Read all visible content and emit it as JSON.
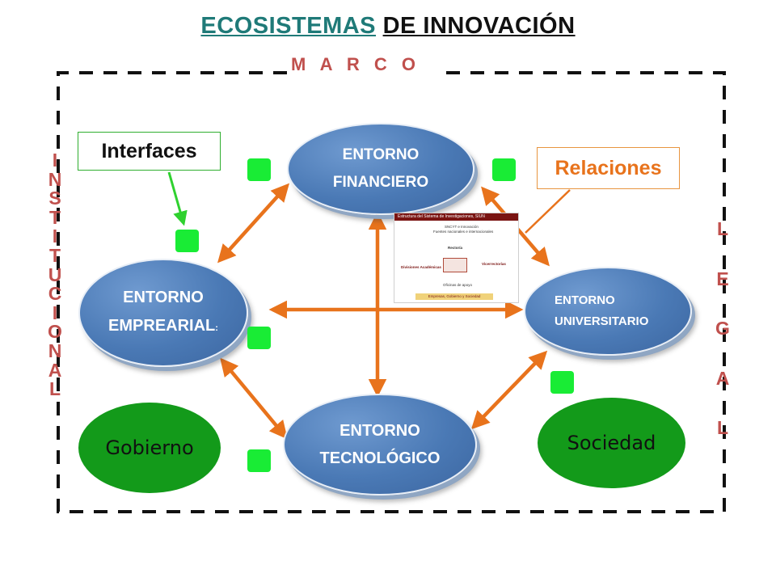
{
  "title": {
    "part1": "ECOSISTEMAS",
    "part2": "DE INNOVACIÓN"
  },
  "frame": {
    "top_label": "M A R C O"
  },
  "left_vertical": [
    "I",
    "N",
    "S",
    "T",
    "I",
    "T",
    "U",
    "C",
    "I",
    "O",
    "N",
    "A",
    "L"
  ],
  "right_vertical": [
    "L",
    "E",
    "G",
    "A",
    "L"
  ],
  "entornos": {
    "financiero": [
      "ENTORNO",
      "FINANCIERO"
    ],
    "empresarial": [
      "ENTORNO",
      "EMPREARIAL",
      ":"
    ],
    "universitario": [
      "ENTORNO",
      "UNIVERSITARIO"
    ],
    "tecnologico": [
      "ENTORNO",
      "TECNOLÓGICO"
    ]
  },
  "gobierno": "Gobierno",
  "sociedad": "Sociedad",
  "callouts": {
    "interfaces": "Interfaces",
    "relaciones": "Relaciones"
  },
  "thumbnail": {
    "header": "Estructura del Sistema de Investigaciones, SIUN",
    "line1": "SNCYT e Innovación",
    "line2": "Fuentes nacionales e internacionales",
    "rectoria": "Rectoría",
    "divisiones": "Divisiones Académicas",
    "vicerrectorias": "Vicerrectorías",
    "oficinas": "Oficinas de apoyo",
    "bottom": "Empresas, Gobierno y Sociedad"
  },
  "colors": {
    "title_teal": "#1f7a78",
    "frame_red": "#c0504d",
    "ellipse_blue": "#4a79b5",
    "arrow_orange": "#e8731c",
    "green_node": "#139a1a",
    "square_green": "#19ec35"
  }
}
